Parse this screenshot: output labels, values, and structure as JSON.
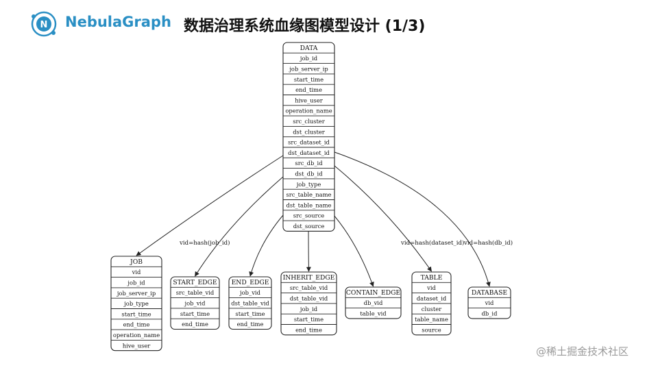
{
  "header": {
    "brand": "NebulaGraph",
    "title": "数据治理系统血缘图模型设计 (1/3)"
  },
  "watermark": "@稀土掘金技术社区",
  "colors": {
    "brand": "#2a8fc4",
    "line": "#222222"
  },
  "diagram": {
    "nodes": [
      {
        "id": "data",
        "name": "DATA",
        "fields": [
          "job_id",
          "job_server_ip",
          "start_time",
          "end_time",
          "hive_user",
          "operation_name",
          "src_cluster",
          "dst_cluster",
          "src_dataset_id",
          "dst_dataset_id",
          "src_db_id",
          "dst_db_id",
          "job_type",
          "src_table_name",
          "dst_table_name",
          "src_source",
          "dst_source"
        ]
      },
      {
        "id": "job",
        "name": "JOB",
        "fields": [
          "vid",
          "job_id",
          "job_server_ip",
          "job_type",
          "start_time",
          "end_time",
          "operation_name",
          "hive_user"
        ]
      },
      {
        "id": "start_edge",
        "name": "START_EDGE",
        "fields": [
          "src_table_vid",
          "job_vid",
          "start_time",
          "end_time"
        ]
      },
      {
        "id": "end_edge",
        "name": "END_EDGE",
        "fields": [
          "job_vid",
          "dst_table_vid",
          "start_time",
          "end_time"
        ]
      },
      {
        "id": "inherit_edge",
        "name": "INHERIT_EDGE",
        "fields": [
          "src_table_vid",
          "dst_table_vid",
          "job_id",
          "start_time",
          "end_time"
        ]
      },
      {
        "id": "contain_edge",
        "name": "CONTAIN_EDGE",
        "fields": [
          "db_vid",
          "table_vid"
        ]
      },
      {
        "id": "table",
        "name": "TABLE",
        "fields": [
          "vid",
          "dataset_id",
          "cluster",
          "table_name",
          "source"
        ]
      },
      {
        "id": "database",
        "name": "DATABASE",
        "fields": [
          "vid",
          "db_id"
        ]
      }
    ],
    "edges": [
      {
        "to": "job",
        "label": "vid=hash(job_id)"
      },
      {
        "to": "start_edge",
        "label": ""
      },
      {
        "to": "end_edge",
        "label": ""
      },
      {
        "to": "inherit_edge",
        "label": ""
      },
      {
        "to": "contain_edge",
        "label": ""
      },
      {
        "to": "table",
        "label": "vid=hash(dataset_id)"
      },
      {
        "to": "database",
        "label": "vid=hash(db_id)"
      }
    ]
  }
}
